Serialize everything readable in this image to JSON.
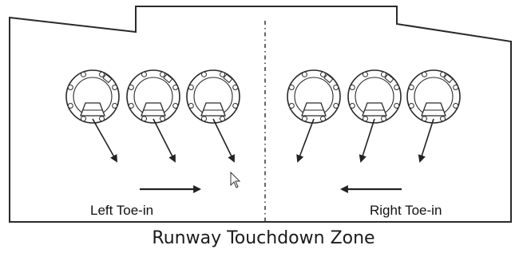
{
  "labels": {
    "left": "Left Toe-in",
    "right": "Right Toe-in"
  },
  "caption": "Runway Touchdown Zone",
  "fixtures": {
    "left_group_count": 3,
    "right_group_count": 3,
    "icon": "inset-runway-light-icon"
  },
  "colors": {
    "line": "#2a2a2a",
    "arrow": "#222222",
    "background": "#ffffff"
  }
}
